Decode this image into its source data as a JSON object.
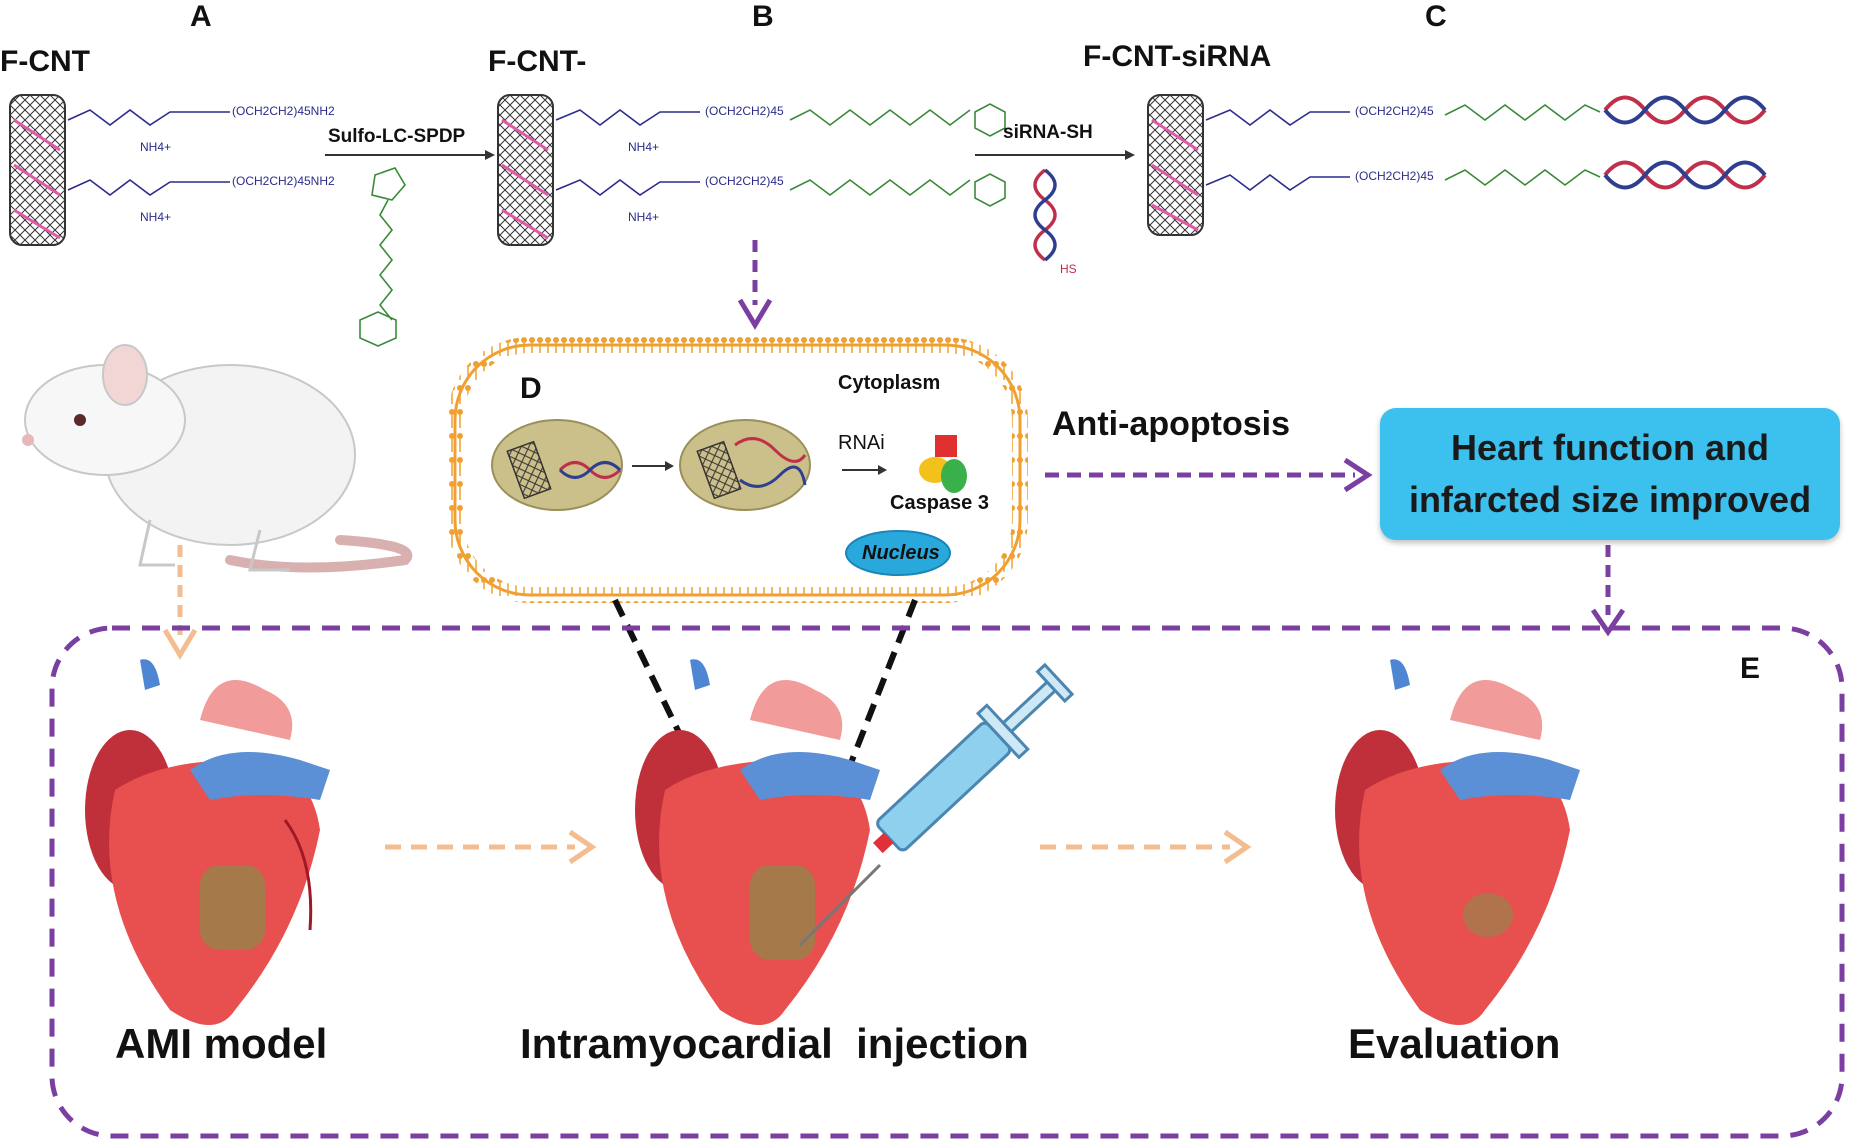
{
  "panels": {
    "a": "A",
    "b": "B",
    "c": "C",
    "d": "D",
    "e": "E"
  },
  "compounds": {
    "f_cnt": "F-CNT",
    "f_cnt_linker": "F-CNT-",
    "f_cnt_sirna": "F-CNT-siRNA"
  },
  "reagents": {
    "step1": "Sulfo-LC-SPDP",
    "step2": "siRNA-SH",
    "thiol": "HS"
  },
  "chem_fragments": {
    "peg_amine": "(OCH2CH2)45NH2",
    "peg_linked": "(OCH2CH2)45",
    "ammonium": "NH4+"
  },
  "cell": {
    "region": "Cytoplasm",
    "process": "RNAi",
    "target": "Caspase 3",
    "nucleus": "Nucleus"
  },
  "effect": "Anti-apoptosis",
  "outcome": {
    "line1": "Heart function and",
    "line2": "infarcted size improved"
  },
  "stages": {
    "model": "AMI model",
    "injection": "Intramyocardial  injection",
    "evaluation": "Evaluation"
  },
  "colors": {
    "purple_arrow": "#7a3fa0",
    "peach_arrow": "#f4bd8f",
    "outcome_box": "#3cc0ee",
    "membrane": "#f0a030",
    "linker_green": "#3a8a3a",
    "chem_blue": "#2b2b8a"
  }
}
